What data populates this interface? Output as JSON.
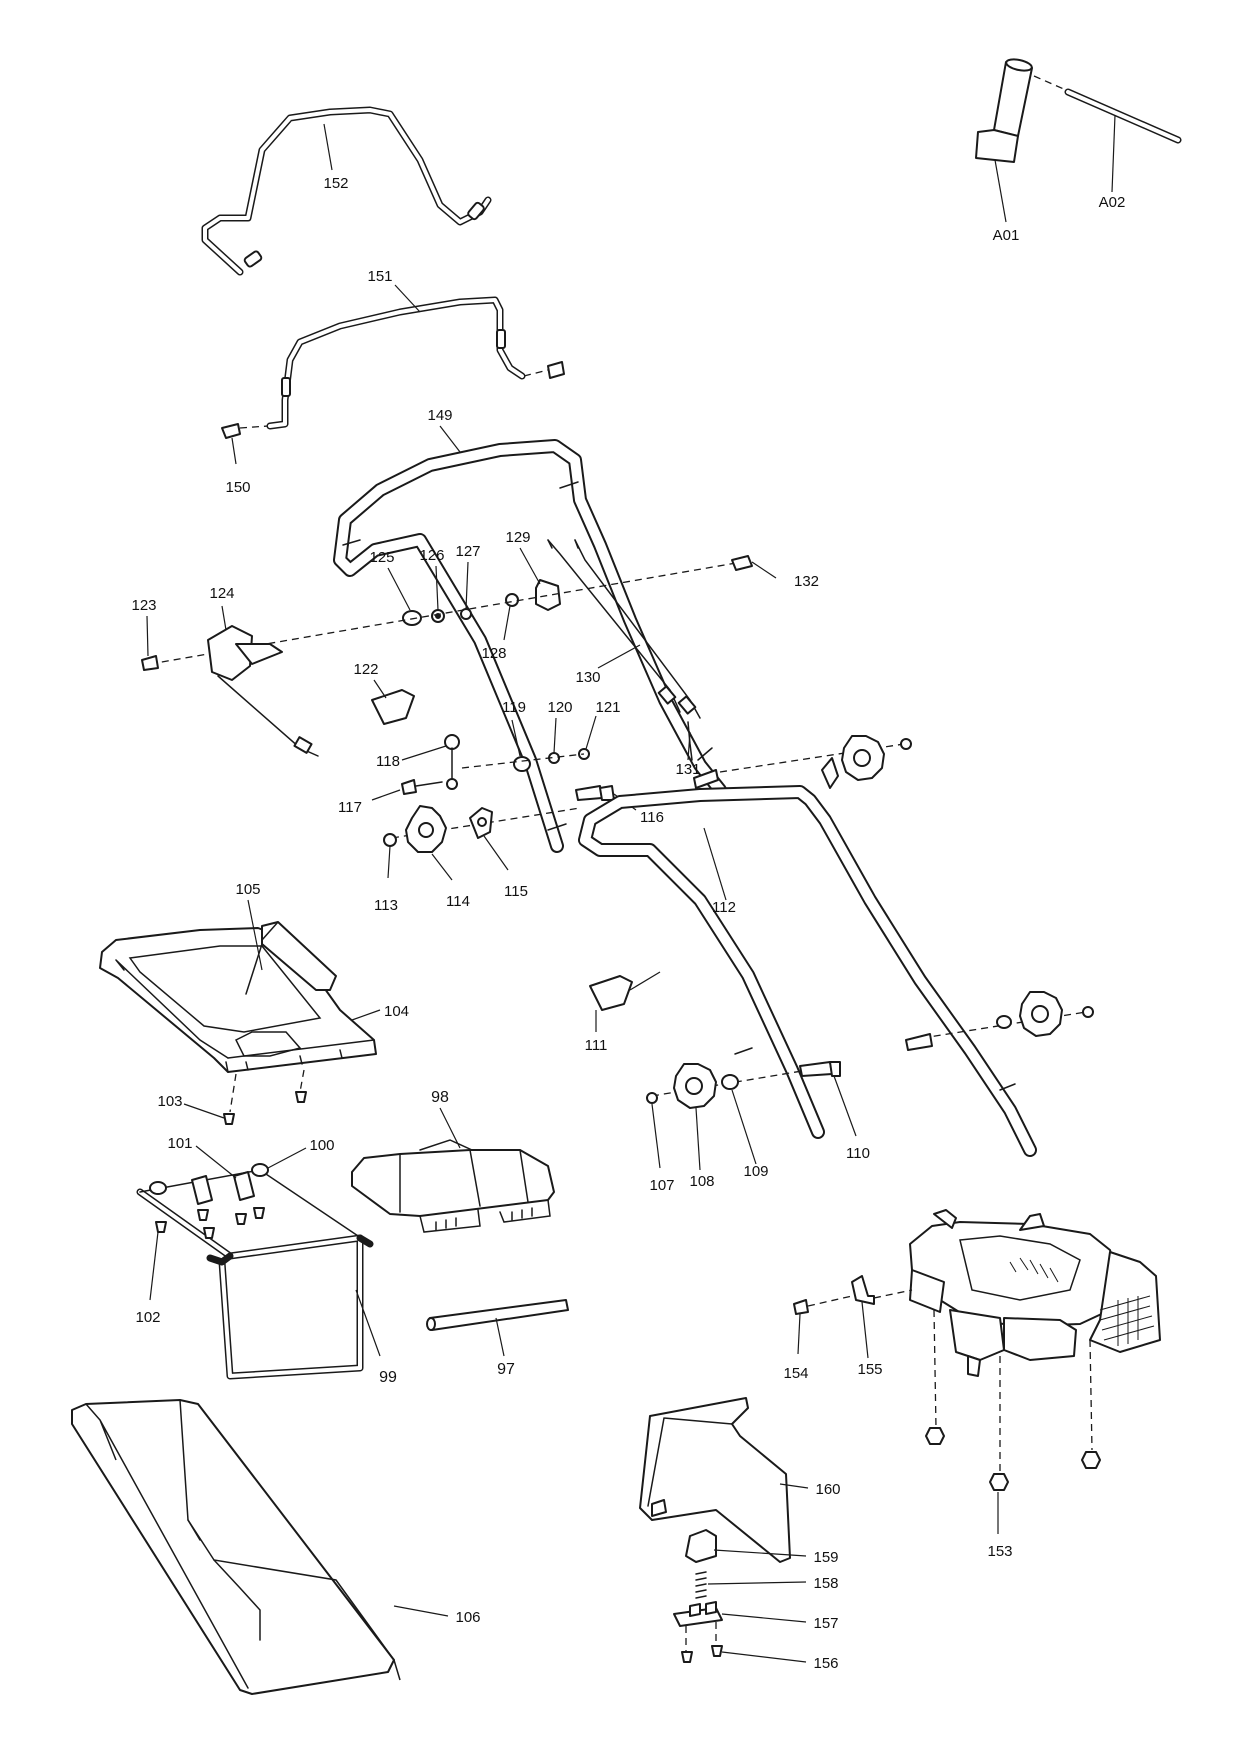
{
  "callouts": {
    "c97": "97",
    "c98": "98",
    "c99": "99",
    "c100": "100",
    "c101": "101",
    "c102": "102",
    "c103": "103",
    "c104": "104",
    "c105": "105",
    "c106": "106",
    "c107": "107",
    "c108": "108",
    "c109": "109",
    "c110": "110",
    "c111": "111",
    "c112": "112",
    "c113": "113",
    "c114": "114",
    "c115": "115",
    "c116": "116",
    "c117": "117",
    "c118": "118",
    "c119": "119",
    "c120": "120",
    "c121": "121",
    "c122": "122",
    "c123": "123",
    "c124": "124",
    "c125": "125",
    "c126": "126",
    "c127": "127",
    "c128": "128",
    "c129": "129",
    "c130": "130",
    "c131": "131",
    "c132": "132",
    "c149": "149",
    "c150": "150",
    "c151": "151",
    "c152": "152",
    "c153": "153",
    "c154": "154",
    "c155": "155",
    "c156": "156",
    "c157": "157",
    "c158": "158",
    "c159": "159",
    "c160": "160",
    "cA01": "A01",
    "cA02": "A02"
  }
}
